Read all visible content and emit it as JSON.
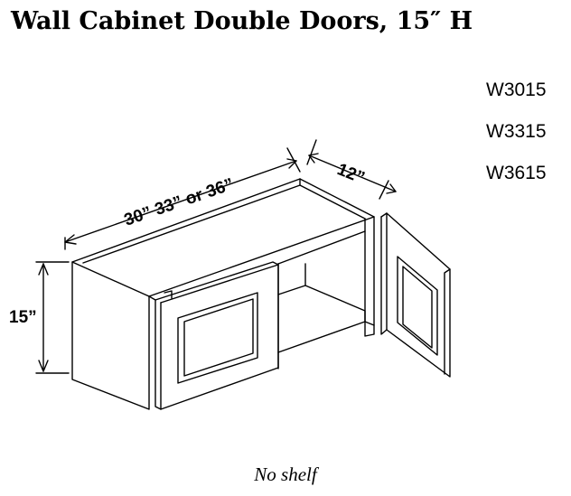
{
  "title": "Wall Cabinet Double Doors, 15″ H",
  "models": [
    "W3015",
    "W3315",
    "W3615"
  ],
  "dimensions": {
    "width": "30” 33” or 36”",
    "depth": "12”",
    "height": "15”"
  },
  "caption": "No shelf",
  "colors": {
    "line": "#000000",
    "background": "#ffffff"
  }
}
